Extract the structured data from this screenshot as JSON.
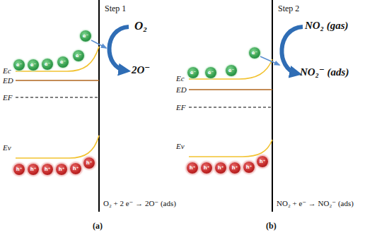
{
  "diagram": {
    "nodes": [
      {
        "text": [
          "e⁻"
        ]
      },
      {
        "text": [
          "e⁻"
        ]
      },
      {
        "text": [
          "e⁻"
        ]
      },
      {
        "text": [
          "e⁻"
        ]
      },
      {
        "text": [
          "e⁻"
        ]
      },
      {
        "text": [
          "e⁻"
        ]
      },
      {
        "text": [
          "h⁺"
        ]
      },
      {
        "text": [
          "h⁺"
        ]
      },
      {
        "text": [
          "h⁺"
        ]
      },
      {
        "text": [
          "h⁺"
        ]
      },
      {
        "text": [
          "h⁺"
        ]
      },
      {
        "text": [
          "h⁺"
        ]
      },
      {
        "text": [
          "e⁻"
        ]
      },
      {
        "text": [
          "e⁻"
        ]
      },
      {
        "text": [
          "e⁻"
        ]
      },
      {
        "text": [
          "e⁻"
        ]
      },
      {
        "text": [
          "h⁺"
        ]
      },
      {
        "text": [
          "h⁺"
        ]
      },
      {
        "text": [
          "h⁺"
        ]
      },
      {
        "text": [
          "h⁺"
        ]
      },
      {
        "text": [
          "h⁺"
        ]
      },
      {
        "text": [
          "h⁺"
        ]
      }
    ],
    "labels": [
      "Step 1",
      "O₂",
      "2O⁻",
      "Ec",
      "ED",
      "EF",
      "Ev",
      "O₂ + 2 e⁻ → 2O⁻ (ads)",
      "(a)",
      "Step 2",
      "NO₂ (gas)",
      "NO₂⁻ (ads)",
      "Ec",
      "ED",
      "EF",
      "Ev",
      "NO₂ + e⁻ → NO₂⁻ (ads)",
      "(b)"
    ]
  }
}
